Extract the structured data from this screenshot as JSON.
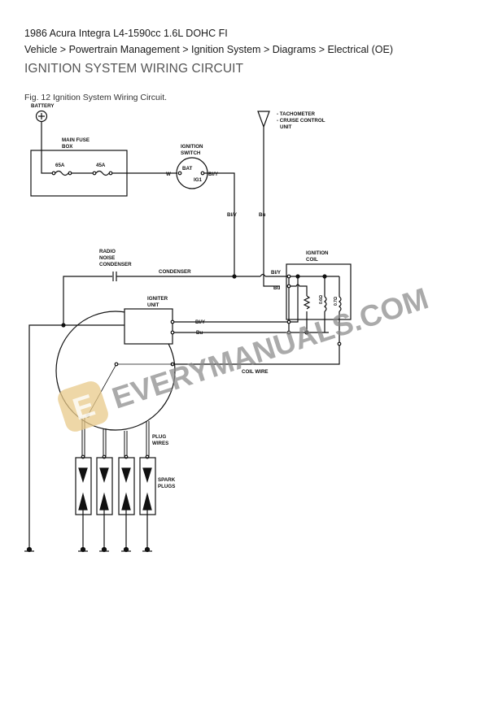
{
  "header": {
    "vehicle": "1986 Acura Integra L4-1590cc 1.6L DOHC FI",
    "breadcrumb": [
      "Vehicle",
      "Powertrain Management",
      "Ignition System",
      "Diagrams",
      "Electrical (OE)"
    ],
    "breadcrumb_separator": " > ",
    "title": "IGNITION SYSTEM WIRING CIRCUIT"
  },
  "figure": {
    "caption": "Fig. 12 Ignition System Wiring Circuit.",
    "labels": {
      "battery": "BATTERY",
      "main_fuse_box_1": "MAIN FUSE",
      "main_fuse_box_2": "BOX",
      "fuse_1": "65A",
      "fuse_2": "45A",
      "ignition_switch_1": "IGNITION",
      "ignition_switch_2": "SWITCH",
      "bat_terminal": "BAT",
      "ig1_terminal": "IG1",
      "wire_w": "W",
      "wire_bly_1": "Bl/Y",
      "wire_bly_2": "Bl/Y",
      "wire_bu_1": "Bu",
      "tachometer": "- TACHOMETER",
      "cruise_control_1": "- CRUISE CONTROL",
      "cruise_control_2": "UNIT",
      "radio_noise_1": "RADIO",
      "radio_noise_2": "NOISE",
      "radio_noise_3": "CONDENSER",
      "condenser": "CONDENSER",
      "ignition_coil_1": "IGNITION",
      "ignition_coil_2": "COIL",
      "coil_bly": "Bl/Y",
      "coil_bu": "Bu",
      "igniter_unit_1": "IGNITER",
      "igniter_unit_2": "UNIT",
      "igniter_bly": "Bl/Y",
      "igniter_bu": "Bu",
      "coil_wire": "COIL WIRE",
      "plug_wires_1": "PLUG",
      "plug_wires_2": "WIRES",
      "spark_plugs_1": "SPARK",
      "spark_plugs_2": "PLUGS",
      "coil_r1": "0.6Ω",
      "coil_r2": "0.7Ω"
    },
    "watermark": {
      "text": "EVERYMANUALS.COM",
      "logo_letter": "E",
      "logo_color": "#e8c98a",
      "text_color": "#8a8a8a"
    }
  }
}
